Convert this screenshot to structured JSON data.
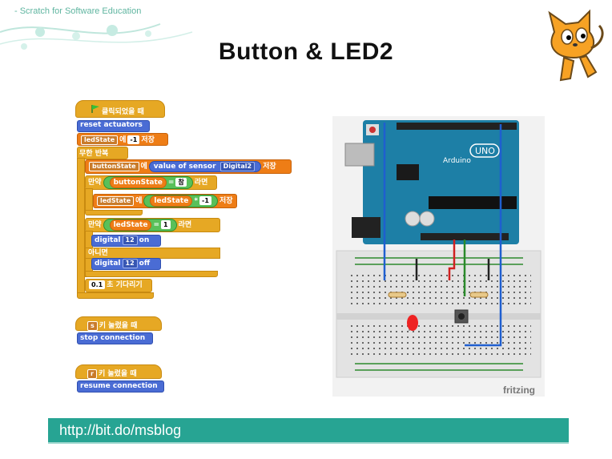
{
  "header": {
    "text": "- Scratch for Software Education"
  },
  "title": "Button & LED2",
  "script1": {
    "hat_label": "클릭되었을 때",
    "reset": "reset actuators",
    "set_var": "ledState",
    "set_of": "에",
    "set_val": "-1",
    "set_store": "저장",
    "forever": "무한 반복",
    "read_var": "buttonState",
    "read_of": "에",
    "read_sensor": "value of sensor",
    "read_pin": "Digital2",
    "read_store": "저장",
    "if1": "만약",
    "if1_var": "buttonState",
    "if1_eq": "=",
    "if1_val": "참",
    "if1_then": "라면",
    "inner_var": "ledState",
    "inner_of": "에",
    "inner_src": "ledState",
    "inner_mul": "*",
    "inner_val": "-1",
    "inner_store": "저장",
    "if2": "만약",
    "if2_var": "ledState",
    "if2_eq": "=",
    "if2_val": "1",
    "if2_then": "라면",
    "d_on_label": "digital",
    "d_on_pin": "12",
    "d_on_state": "on",
    "else": "아니면",
    "d_off_label": "digital",
    "d_off_pin": "12",
    "d_off_state": "off",
    "wait_val": "0.1",
    "wait_label": "초 기다리기"
  },
  "script2": {
    "key": "s",
    "hat_label": "키 눌렀을 때",
    "cmd": "stop connection"
  },
  "script3": {
    "key": "r",
    "hat_label": "키 눌렀을 때",
    "cmd": "resume connection"
  },
  "circuit": {
    "board_color": "#1d7fa6",
    "breadboard_color": "#e3e3e3",
    "board_text": "Arduino",
    "board_model": "UNO",
    "credit": "fritzing"
  },
  "footer": {
    "url": "http://bit.do/msblog",
    "bar_color": "#27a493"
  }
}
